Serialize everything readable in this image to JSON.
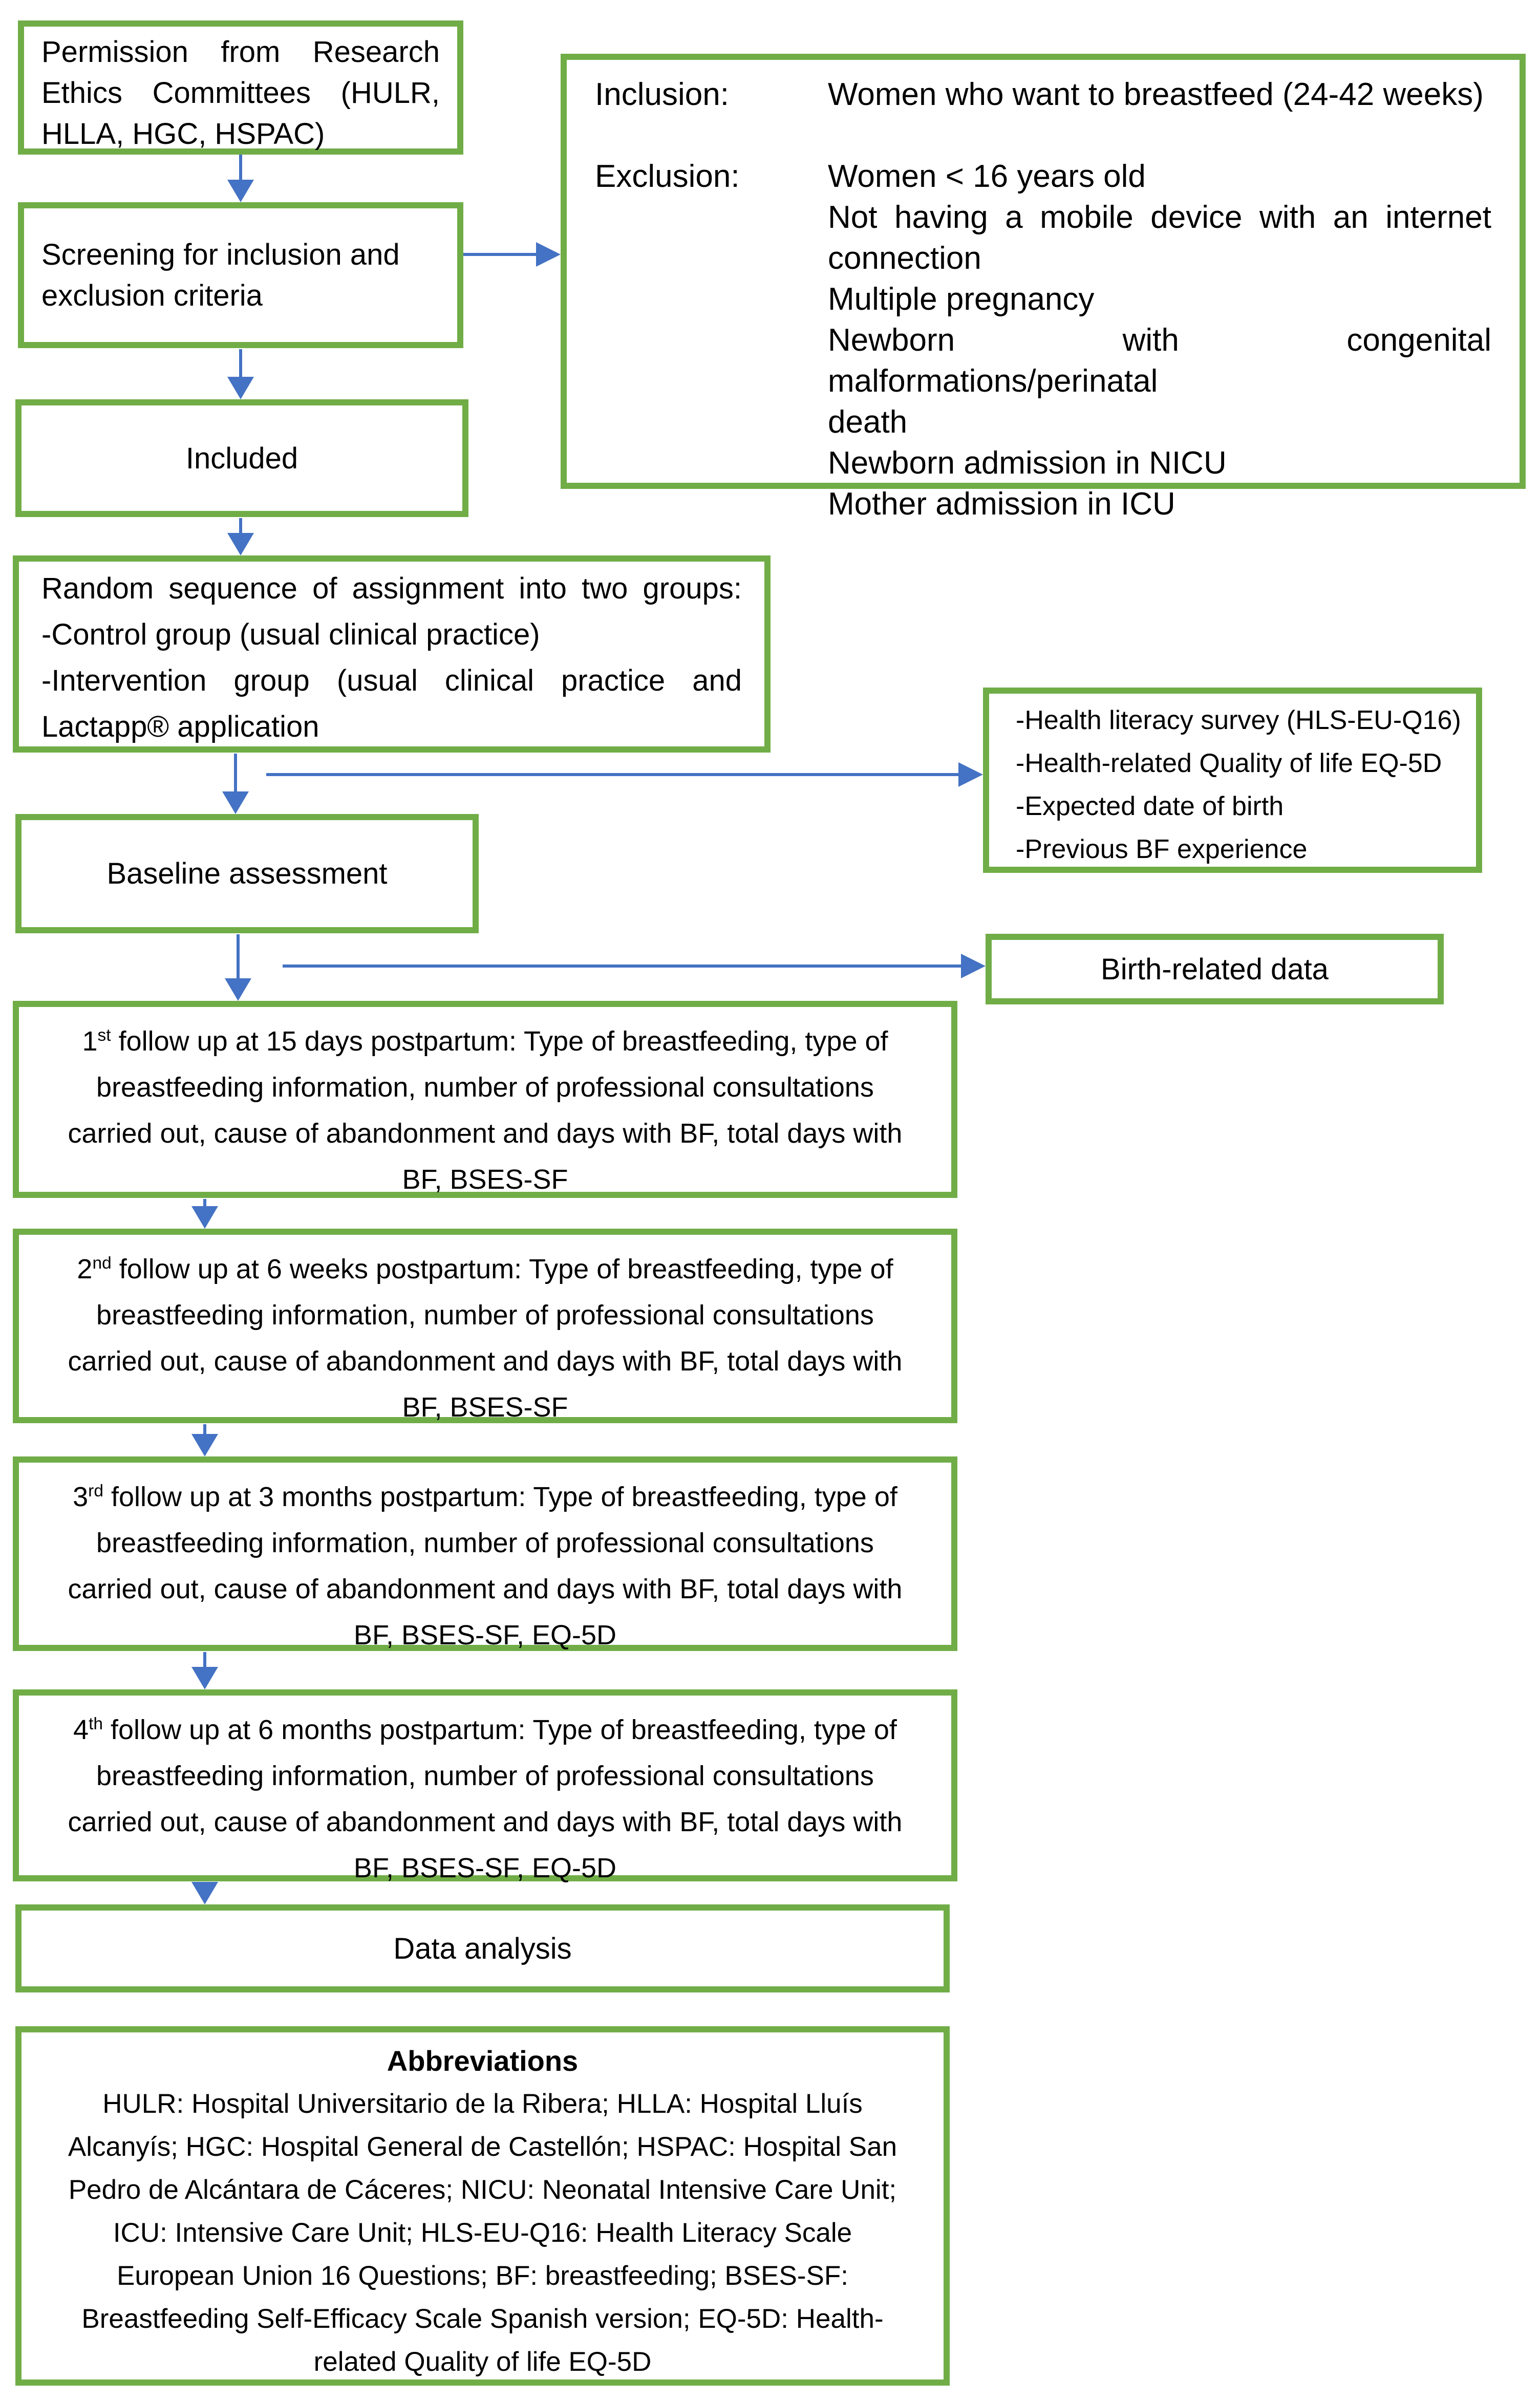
{
  "colors": {
    "box_border": "#70AD47",
    "arrow": "#4472C4",
    "text": "#000000",
    "background": "#FFFFFF"
  },
  "flowchart": {
    "permission_box": {
      "lines": [
        {
          "t": "Permission from Research",
          "j": true
        },
        {
          "t": "Ethics Committees (HULR,",
          "j": true
        },
        {
          "t": "HLLA, HGC, HSPAC)"
        }
      ]
    },
    "screening_box": {
      "lines": [
        {
          "t": "Screening for inclusion and"
        },
        {
          "t": "exclusion criteria"
        }
      ]
    },
    "criteria_box": {
      "inclusion_label": "Inclusion:",
      "inclusion_lines": [
        {
          "t": "Women who want to breastfeed (24-42 weeks)"
        }
      ],
      "exclusion_label": "Exclusion:",
      "exclusion_lines": [
        {
          "t": "Women < 16 years old"
        },
        {
          "t": "Not having a mobile device with an internet",
          "j": true
        },
        {
          "t": "connection"
        },
        {
          "t": "Multiple pregnancy"
        },
        {
          "t": "Newborn with congenital malformations/perinatal",
          "j": true
        },
        {
          "t": "death"
        },
        {
          "t": "Newborn admission in NICU"
        },
        {
          "t": "Mother admission in ICU"
        }
      ]
    },
    "included_box": {
      "label": "Included"
    },
    "random_box": {
      "lines": [
        {
          "t": "Random sequence of assignment into two groups:",
          "j": true
        },
        {
          "t": "-Control group (usual clinical practice)"
        },
        {
          "t": "-Intervention group (usual clinical practice and",
          "j": true
        },
        {
          "t": "Lactapp® application"
        }
      ]
    },
    "health_box": {
      "lines": [
        {
          "t": "-Health literacy survey (HLS-EU-Q16)"
        },
        {
          "t": "-Health-related Quality of life EQ-5D"
        },
        {
          "t": "-Expected date of birth"
        },
        {
          "t": "-Previous BF experience"
        }
      ]
    },
    "baseline_box": {
      "label": "Baseline assessment"
    },
    "birth_box": {
      "label": "Birth-related data"
    },
    "followups": [
      {
        "num": "1",
        "sup": "st",
        "first_rest": " follow up at 15 days postpartum: Type of breastfeeding, type of",
        "lines": [
          {
            "t": "breastfeeding information, number of professional consultations"
          },
          {
            "t": "carried out, cause of abandonment and days with BF, total days with"
          },
          {
            "t": "BF, BSES-SF"
          }
        ]
      },
      {
        "num": "2",
        "sup": "nd",
        "first_rest": " follow up at 6 weeks postpartum: Type of breastfeeding, type of",
        "lines": [
          {
            "t": "breastfeeding information, number of professional consultations"
          },
          {
            "t": "carried out, cause of abandonment and days with BF, total days with"
          },
          {
            "t": "BF, BSES-SF"
          }
        ]
      },
      {
        "num": "3",
        "sup": "rd",
        "first_rest": " follow up at 3 months postpartum: Type of breastfeeding, type of",
        "lines": [
          {
            "t": "breastfeeding information, number of professional consultations"
          },
          {
            "t": "carried out, cause of abandonment and days with BF, total days with"
          },
          {
            "t": "BF, BSES-SF, EQ-5D"
          }
        ]
      },
      {
        "num": "4",
        "sup": "th",
        "first_rest": " follow up at 6 months postpartum: Type of breastfeeding, type of",
        "lines": [
          {
            "t": "breastfeeding information, number of professional consultations"
          },
          {
            "t": "carried out, cause of abandonment and days with BF, total days with"
          },
          {
            "t": "BF, BSES-SF, EQ-5D"
          }
        ]
      }
    ],
    "data_analysis_box": {
      "label": "Data analysis"
    },
    "abbreviations_box": {
      "title": "Abbreviations",
      "lines": [
        {
          "t": "HULR: Hospital Universitario de la Ribera; HLLA: Hospital Lluís"
        },
        {
          "t": "Alcanyís; HGC: Hospital General de Castellón; HSPAC: Hospital San"
        },
        {
          "t": "Pedro de Alcántara de Cáceres; NICU: Neonatal Intensive Care Unit;"
        },
        {
          "t": "ICU: Intensive Care Unit; HLS-EU-Q16: Health Literacy Scale"
        },
        {
          "t": "European Union 16 Questions; BF: breastfeeding; BSES-SF:"
        },
        {
          "t": "Breastfeeding Self-Efficacy Scale Spanish version; EQ-5D: Health-"
        },
        {
          "t": "related Quality of life EQ-5D"
        }
      ]
    }
  }
}
